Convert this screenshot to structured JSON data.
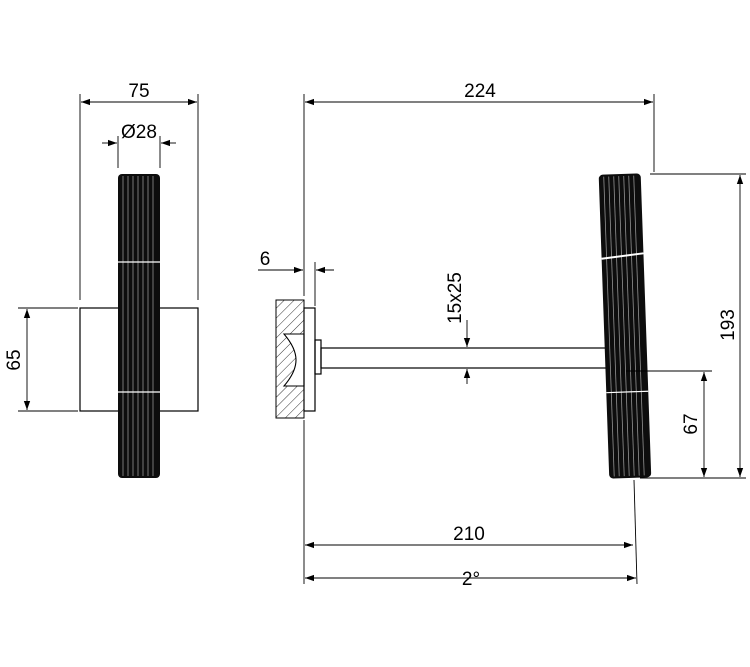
{
  "drawing": {
    "front_view": {
      "width_label": "75",
      "diameter_label": "Ø28",
      "height_label": "65"
    },
    "side_view": {
      "total_width_label": "224",
      "plate_thickness_label": "6",
      "bar_section_label": "15x25",
      "total_height_label": "193",
      "lower_height_label": "67",
      "projection_label": "210",
      "angle_label": "2°"
    }
  }
}
